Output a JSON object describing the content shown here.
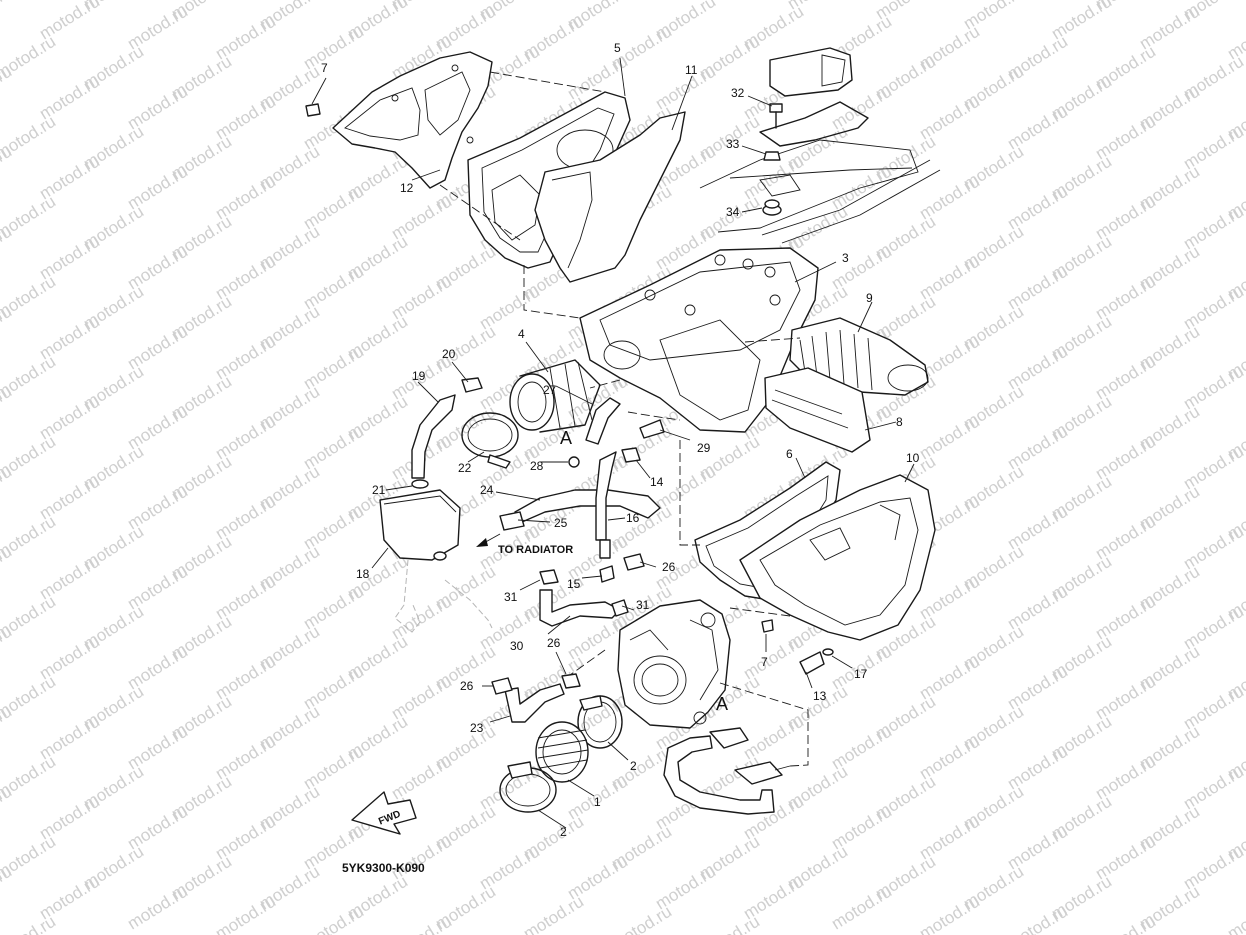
{
  "watermark": "motod.ru",
  "diagram_code": "5YK9300-K090",
  "direction_note": "TO RADIATOR",
  "fwd_label": "FWD",
  "connection_mark": "A",
  "callouts": [
    "1",
    "2",
    "2",
    "3",
    "4",
    "5",
    "6",
    "7",
    "7",
    "8",
    "9",
    "10",
    "11",
    "12",
    "13",
    "14",
    "15",
    "16",
    "17",
    "18",
    "19",
    "20",
    "21",
    "22",
    "23",
    "24",
    "25",
    "26",
    "26",
    "26",
    "27",
    "28",
    "29",
    "30",
    "31",
    "31",
    "32",
    "33",
    "34"
  ]
}
